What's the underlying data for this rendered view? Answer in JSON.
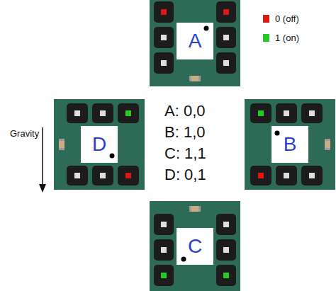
{
  "diagram": {
    "nodes": [
      {
        "text": [
          "A"
        ]
      },
      {
        "text": [
          "B"
        ]
      },
      {
        "text": [
          "C"
        ]
      },
      {
        "text": [
          "D"
        ]
      }
    ],
    "labels": [
      "A: 0,0",
      "B: 1,0",
      "C: 1,1",
      "D: 0,1",
      "Gravity"
    ],
    "legend": [
      {
        "text": "0 (off)",
        "color": "#e01515"
      },
      {
        "text": "1 (on)",
        "color": "#22cc22"
      }
    ]
  }
}
